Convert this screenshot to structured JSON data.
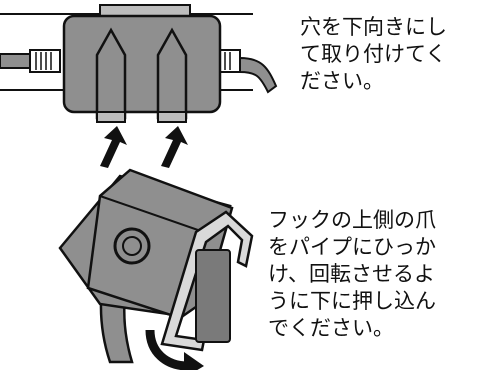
{
  "instructions": {
    "step1": {
      "lines": [
        "穴を下向きにし",
        "て取り付けてく",
        "ださい。"
      ]
    },
    "step2": {
      "lines": [
        "フックの上側の爪",
        "をパイプにひっか",
        "け、回転させるよ",
        "うに下に押し込ん",
        "でください。"
      ]
    }
  },
  "colors": {
    "outline": "#111111",
    "body_fill": "#8f8f8f",
    "tab_fill": "#bdbdbd",
    "arrow": "#111111"
  },
  "icons": [
    "device-housing",
    "up-arrow-icon",
    "rotate-arrow-icon"
  ]
}
